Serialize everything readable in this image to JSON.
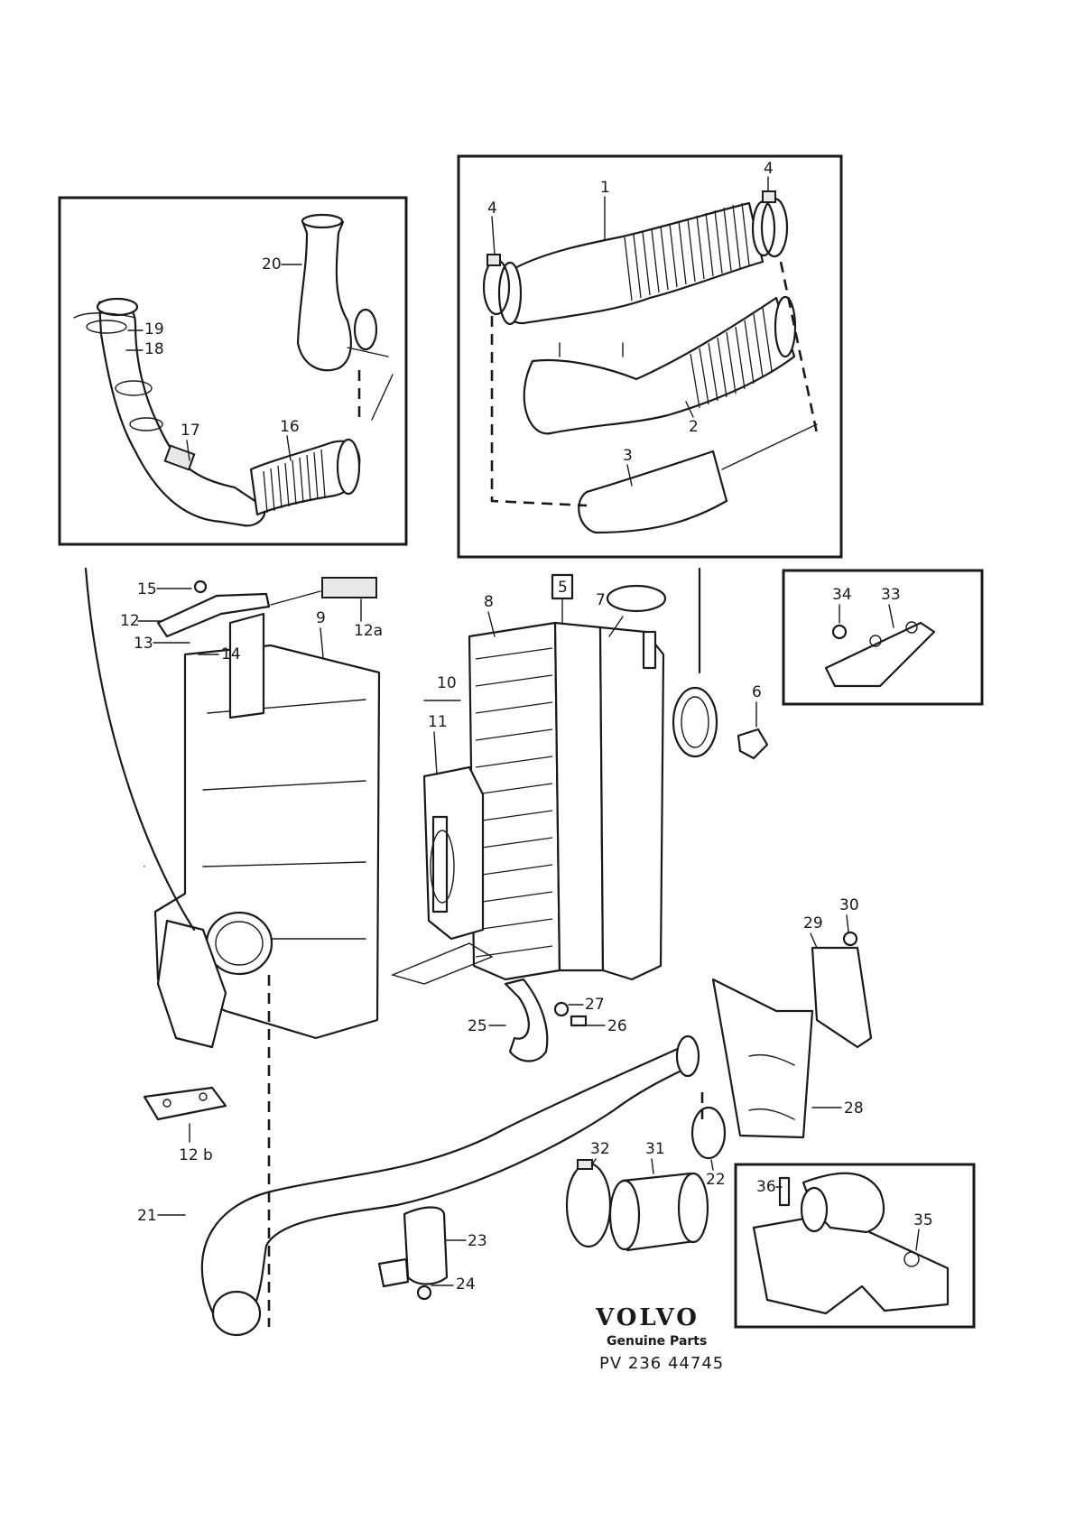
{
  "callouts": {
    "c1": "1",
    "c2": "2",
    "c3": "3",
    "c4a": "4",
    "c4b": "4",
    "c5": "5",
    "c6": "6",
    "c7": "7",
    "c8": "8",
    "c9": "9",
    "c10": "10",
    "c11": "11",
    "c12": "12",
    "c12a": "12a",
    "c12b": "12 b",
    "c13": "13",
    "c14": "14",
    "c15": "15",
    "c16": "16",
    "c17": "17",
    "c18": "18",
    "c19": "19",
    "c20": "20",
    "c21": "21",
    "c22": "22",
    "c23": "23",
    "c24": "24",
    "c25": "25",
    "c26": "26",
    "c27": "27",
    "c28": "28",
    "c29": "29",
    "c30": "30",
    "c31": "31",
    "c32": "32",
    "c33": "33",
    "c34": "34",
    "c35": "35",
    "c36": "36"
  },
  "footer": {
    "brand": "VOLVO",
    "tagline": "Genuine Parts",
    "reference": "PV 236 44745"
  }
}
